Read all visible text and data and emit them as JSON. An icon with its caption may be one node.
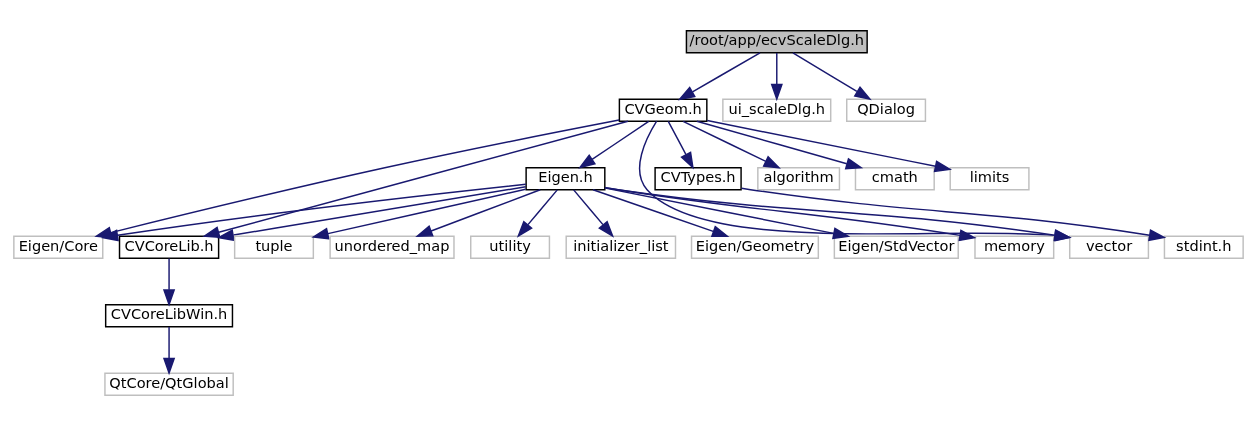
{
  "diagram": {
    "nodes": [
      {
        "text": [
          "/root/app/ecvScaleDlg.h"
        ]
      },
      {
        "text": [
          "CVGeom.h"
        ]
      },
      {
        "text": [
          "ui_scaleDlg.h"
        ]
      },
      {
        "text": [
          "QDialog"
        ]
      },
      {
        "text": [
          "Eigen.h"
        ]
      },
      {
        "text": [
          "CVTypes.h"
        ]
      },
      {
        "text": [
          "algorithm"
        ]
      },
      {
        "text": [
          "cmath"
        ]
      },
      {
        "text": [
          "limits"
        ]
      },
      {
        "text": [
          "Eigen/Core"
        ]
      },
      {
        "text": [
          "CVCoreLib.h"
        ]
      },
      {
        "text": [
          "utility"
        ]
      },
      {
        "text": [
          "initializer_list"
        ]
      },
      {
        "text": [
          "Eigen/Geometry"
        ]
      },
      {
        "text": [
          "Eigen/StdVector"
        ]
      },
      {
        "text": [
          "memory"
        ]
      },
      {
        "text": [
          "tuple"
        ]
      },
      {
        "text": [
          "unordered_map"
        ]
      },
      {
        "text": [
          "vector"
        ]
      },
      {
        "text": [
          "stdint.h"
        ]
      },
      {
        "text": [
          "CVCoreLibWin.h"
        ]
      },
      {
        "text": [
          "QtCore/QtGlobal"
        ]
      }
    ],
    "edges": [
      {
        "from": 0,
        "to": 1,
        "arrow": "to"
      },
      {
        "from": 0,
        "to": 2,
        "arrow": "to"
      },
      {
        "from": 0,
        "to": 3,
        "arrow": "to"
      },
      {
        "from": 1,
        "to": 9,
        "arrow": "to"
      },
      {
        "from": 1,
        "to": 10,
        "arrow": "to"
      },
      {
        "from": 1,
        "to": 4,
        "arrow": "to"
      },
      {
        "from": 1,
        "to": 18,
        "arrow": "to"
      },
      {
        "from": 1,
        "to": 5,
        "arrow": "to"
      },
      {
        "from": 1,
        "to": 6,
        "arrow": "to"
      },
      {
        "from": 1,
        "to": 7,
        "arrow": "to"
      },
      {
        "from": 1,
        "to": 8,
        "arrow": "to"
      },
      {
        "from": 4,
        "to": 9,
        "arrow": "to"
      },
      {
        "from": 4,
        "to": 10,
        "arrow": "to"
      },
      {
        "from": 4,
        "to": 11,
        "arrow": "to"
      },
      {
        "from": 4,
        "to": 12,
        "arrow": "to"
      },
      {
        "from": 4,
        "to": 13,
        "arrow": "to"
      },
      {
        "from": 4,
        "to": 14,
        "arrow": "to"
      },
      {
        "from": 4,
        "to": 15,
        "arrow": "to"
      },
      {
        "from": 4,
        "to": 16,
        "arrow": "to"
      },
      {
        "from": 4,
        "to": 17,
        "arrow": "to"
      },
      {
        "from": 4,
        "to": 18,
        "arrow": "to"
      },
      {
        "from": 5,
        "to": 19,
        "arrow": "to"
      },
      {
        "from": 10,
        "to": 20,
        "arrow": "to"
      },
      {
        "from": 20,
        "to": 21,
        "arrow": "to"
      }
    ]
  }
}
